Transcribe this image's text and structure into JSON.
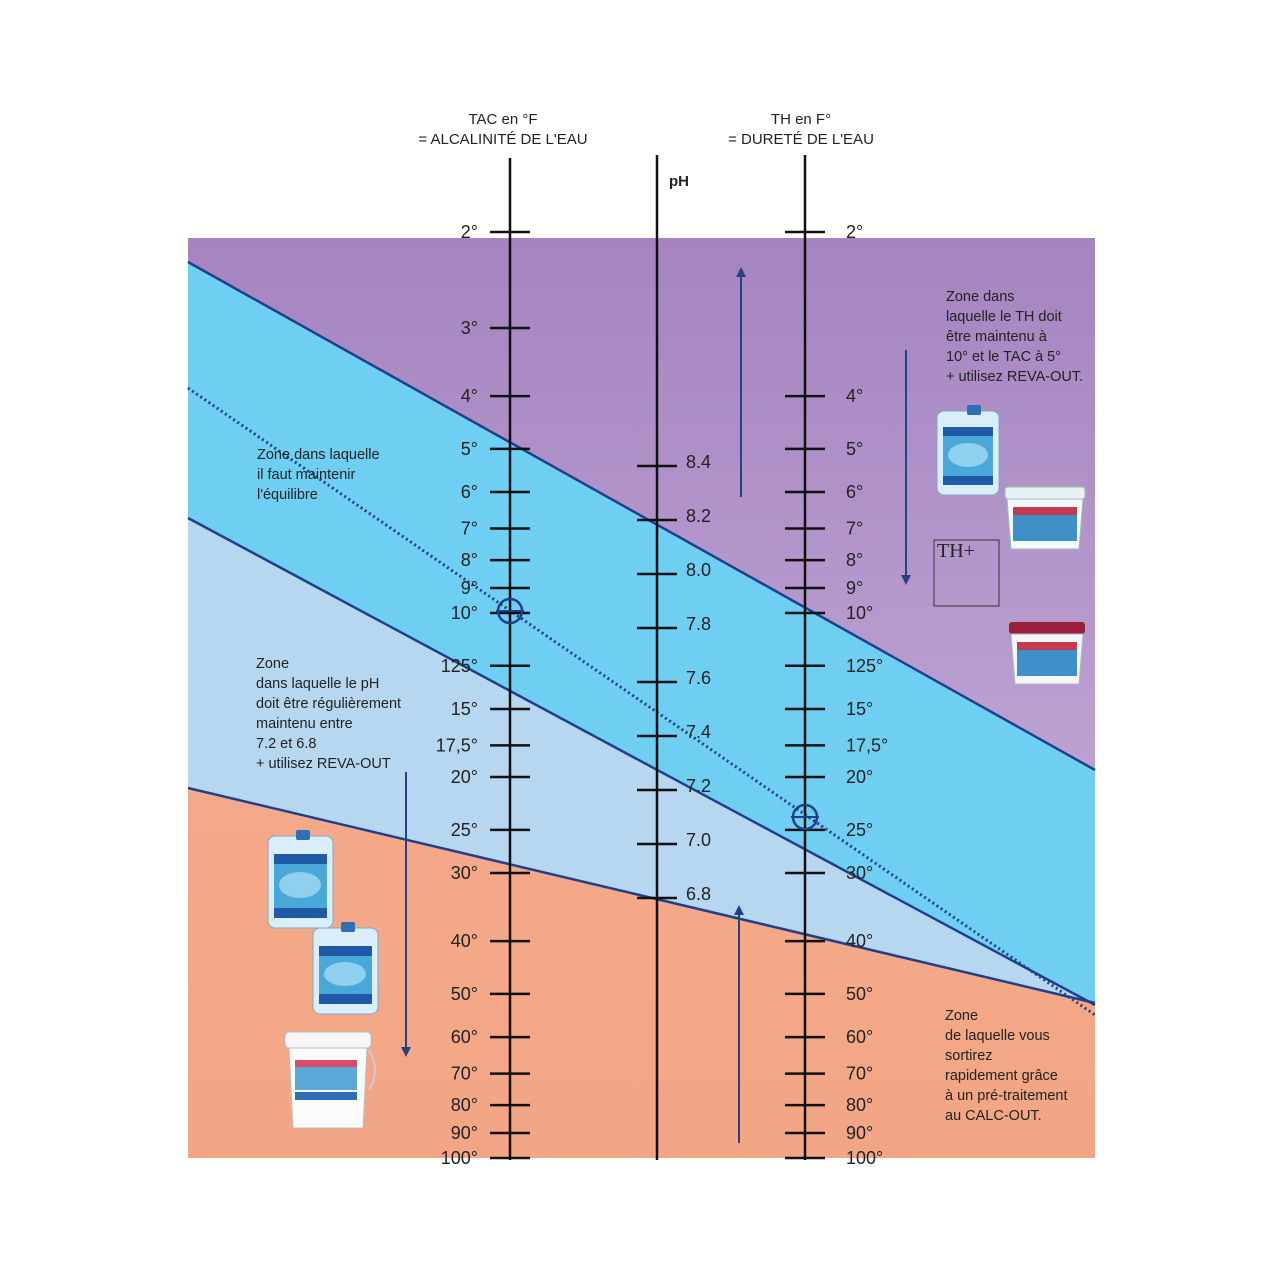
{
  "axes": {
    "tac": {
      "title_line1": "TAC en °F",
      "title_line2": "= ALCALINITÉ DE L'EAU",
      "ticks": [
        {
          "label": "2°",
          "value": 2
        },
        {
          "label": "3°",
          "value": 3
        },
        {
          "label": "4°",
          "value": 4
        },
        {
          "label": "5°",
          "value": 5
        },
        {
          "label": "6°",
          "value": 6
        },
        {
          "label": "7°",
          "value": 7
        },
        {
          "label": "8°",
          "value": 8
        },
        {
          "label": "9°",
          "value": 9
        },
        {
          "label": "10°",
          "value": 10
        },
        {
          "label": "125°",
          "value": 12.5
        },
        {
          "label": "15°",
          "value": 15
        },
        {
          "label": "17,5°",
          "value": 17.5
        },
        {
          "label": "20°",
          "value": 20
        },
        {
          "label": "25°",
          "value": 25
        },
        {
          "label": "30°",
          "value": 30
        },
        {
          "label": "40°",
          "value": 40
        },
        {
          "label": "50°",
          "value": 50
        },
        {
          "label": "60°",
          "value": 60
        },
        {
          "label": "70°",
          "value": 70
        },
        {
          "label": "80°",
          "value": 80
        },
        {
          "label": "90°",
          "value": 90
        },
        {
          "label": "100°",
          "value": 100
        }
      ]
    },
    "ph": {
      "title": "pH",
      "ticks": [
        "8.4",
        "8.2",
        "8.0",
        "7.8",
        "7.6",
        "7.4",
        "7.2",
        "7.0",
        "6.8"
      ]
    },
    "th": {
      "title_line1": "TH en F°",
      "title_line2": "= DURETÉ DE L'EAU",
      "ticks": [
        {
          "label": "2°",
          "value": 2
        },
        {
          "label": "4°",
          "value": 4
        },
        {
          "label": "5°",
          "value": 5
        },
        {
          "label": "6°",
          "value": 6
        },
        {
          "label": "7°",
          "value": 7
        },
        {
          "label": "8°",
          "value": 8
        },
        {
          "label": "9°",
          "value": 9
        },
        {
          "label": "10°",
          "value": 10
        },
        {
          "label": "125°",
          "value": 12.5
        },
        {
          "label": "15°",
          "value": 15
        },
        {
          "label": "17,5°",
          "value": 17.5
        },
        {
          "label": "20°",
          "value": 20
        },
        {
          "label": "25°",
          "value": 25
        },
        {
          "label": "30°",
          "value": 30
        },
        {
          "label": "40°",
          "value": 40
        },
        {
          "label": "50°",
          "value": 50
        },
        {
          "label": "60°",
          "value": 60
        },
        {
          "label": "70°",
          "value": 70
        },
        {
          "label": "80°",
          "value": 80
        },
        {
          "label": "90°",
          "value": 90
        },
        {
          "label": "100°",
          "value": 100
        }
      ]
    }
  },
  "zones": {
    "top_right": [
      "Zone dans",
      "laquelle le TH doit",
      "être maintenu à",
      "10° et le TAC à 5°",
      "+ utilisez REVA-OUT."
    ],
    "middle_left": [
      "Zone dans laquelle",
      "il faut maintenir",
      "l'équilibre"
    ],
    "lower_left": [
      "Zone",
      "dans laquelle le pH",
      "doit être régulièrement",
      "maintenu entre",
      "7.2 et 6.8",
      "+ utilisez REVA-OUT"
    ],
    "bottom_right": [
      "Zone",
      "de laquelle vous",
      "sortirez",
      "rapidement grâce",
      "à un pré-traitement",
      "au CALC-OUT."
    ]
  },
  "th_plus_label": "TH+",
  "colors": {
    "purple_zone": "#ac8dc4",
    "cyan_band": "#6fcff3",
    "light_blue_zone": "#b6d6ef",
    "orange_zone": "#f4a98a",
    "lines": "#1f3f8a",
    "arrows": "#2b3f86",
    "axis": "#111111"
  }
}
